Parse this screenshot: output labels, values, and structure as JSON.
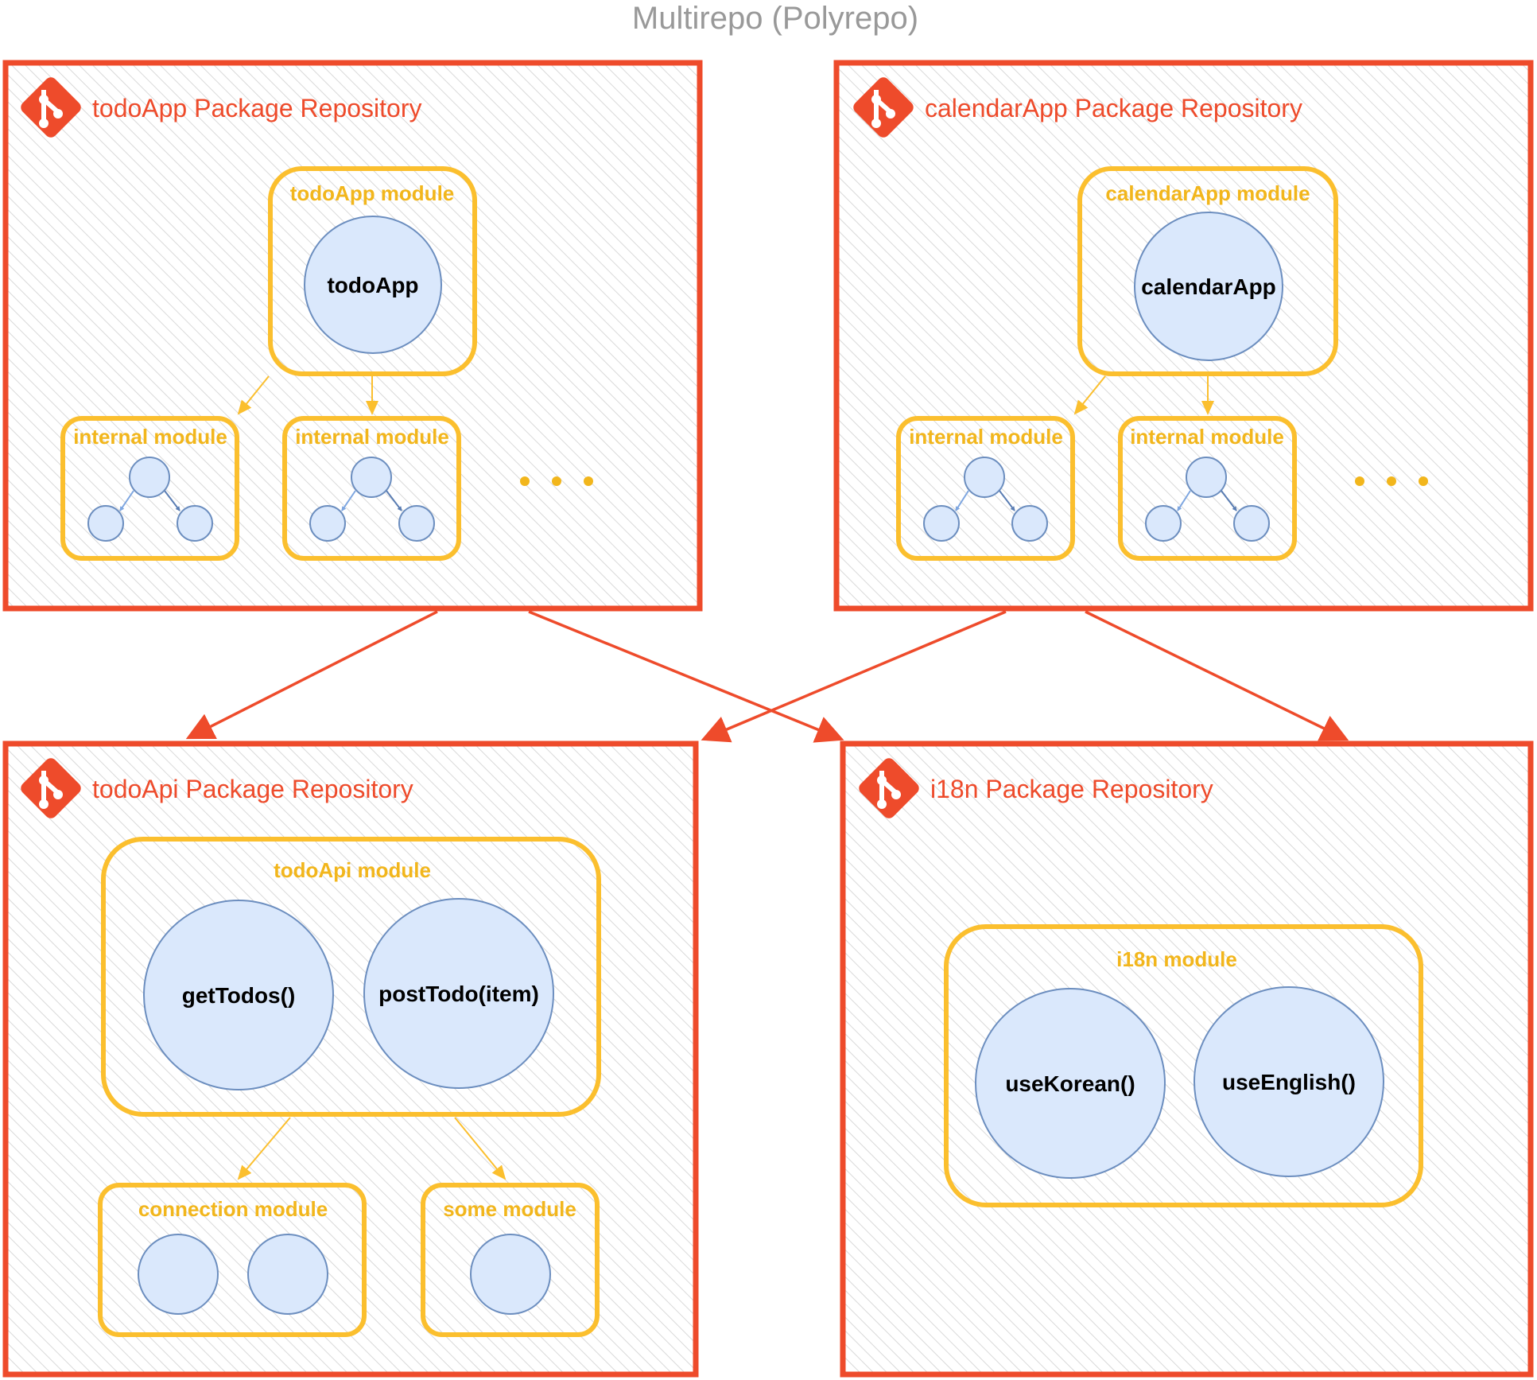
{
  "title": "Multirepo (Polyrepo)",
  "repositories": [
    {
      "id": "todoApp",
      "label": "todoApp Package Repository",
      "main_module": {
        "label": "todoApp module",
        "nodes": [
          "todoApp"
        ]
      },
      "sub_modules": [
        {
          "label": "internal module"
        },
        {
          "label": "internal module"
        }
      ]
    },
    {
      "id": "calendarApp",
      "label": "calendarApp Package Repository",
      "main_module": {
        "label": "calendarApp module",
        "nodes": [
          "calendarApp"
        ]
      },
      "sub_modules": [
        {
          "label": "internal module"
        },
        {
          "label": "internal module"
        }
      ]
    },
    {
      "id": "todoApi",
      "label": "todoApi Package Repository",
      "main_module": {
        "label": "todoApi module",
        "nodes": [
          "getTodos()",
          "postTodo(item)"
        ]
      },
      "sub_modules": [
        {
          "label": "connection module"
        },
        {
          "label": "some module"
        }
      ]
    },
    {
      "id": "i18n",
      "label": "i18n Package Repository",
      "main_module": {
        "label": "i18n module",
        "nodes": [
          "useKorean()",
          "useEnglish()"
        ]
      },
      "sub_modules": []
    }
  ],
  "dependencies": [
    {
      "from": "todoApp",
      "to": "todoApi"
    },
    {
      "from": "todoApp",
      "to": "i18n"
    },
    {
      "from": "calendarApp",
      "to": "todoApi"
    },
    {
      "from": "calendarApp",
      "to": "i18n"
    }
  ],
  "colors": {
    "repo": "#ee4b2b",
    "module": "#fbbf2e",
    "node_fill": "#dae8fc",
    "node_stroke": "#6c8ebf",
    "title": "#999999"
  },
  "icons": {
    "repo": "git-icon"
  }
}
